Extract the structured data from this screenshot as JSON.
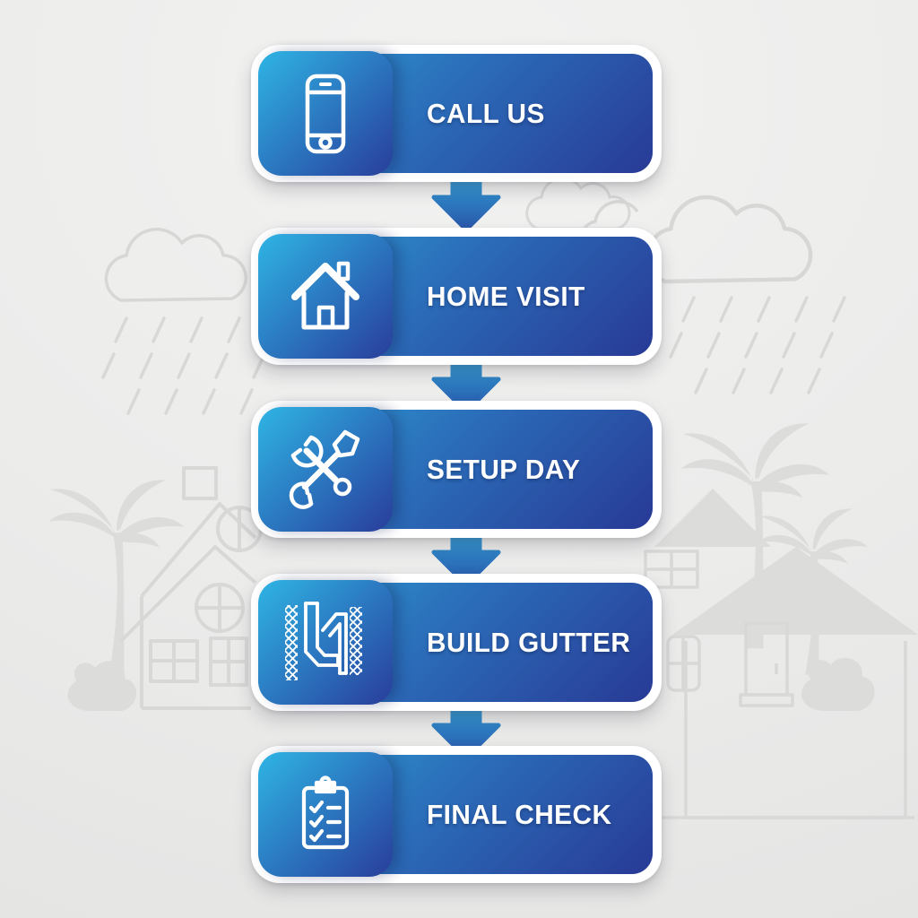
{
  "infographic": {
    "type": "vertical-process-flow",
    "connector": "down-arrow",
    "steps": [
      {
        "label": "CALL US",
        "icon": "smartphone-icon"
      },
      {
        "label": "HOME VISIT",
        "icon": "house-icon"
      },
      {
        "label": "SETUP DAY",
        "icon": "hammer-wrench-icon"
      },
      {
        "label": "BUILD GUTTER",
        "icon": "gutter-downspout-icon"
      },
      {
        "label": "FINAL CHECK",
        "icon": "checklist-clipboard-icon"
      }
    ],
    "colors": {
      "card_gradient_start": "#2D9FD4",
      "card_gradient_end": "#283A95",
      "icon_tile_gradient_start": "#2FB5E4",
      "icon_tile_gradient_end": "#293D9A",
      "arrow_gradient_start": "#2F9FD8",
      "arrow_gradient_end": "#2A55A8",
      "card_border": "#FFFFFF",
      "label_text": "#FFFFFF",
      "page_background": "#EDEDEC",
      "background_art": "#DBDBDA"
    },
    "background_art_elements": [
      "rain-cloud-left",
      "rain-cloud-right",
      "cloud-center-small",
      "house-with-palm-left",
      "house-with-palms-right"
    ]
  }
}
